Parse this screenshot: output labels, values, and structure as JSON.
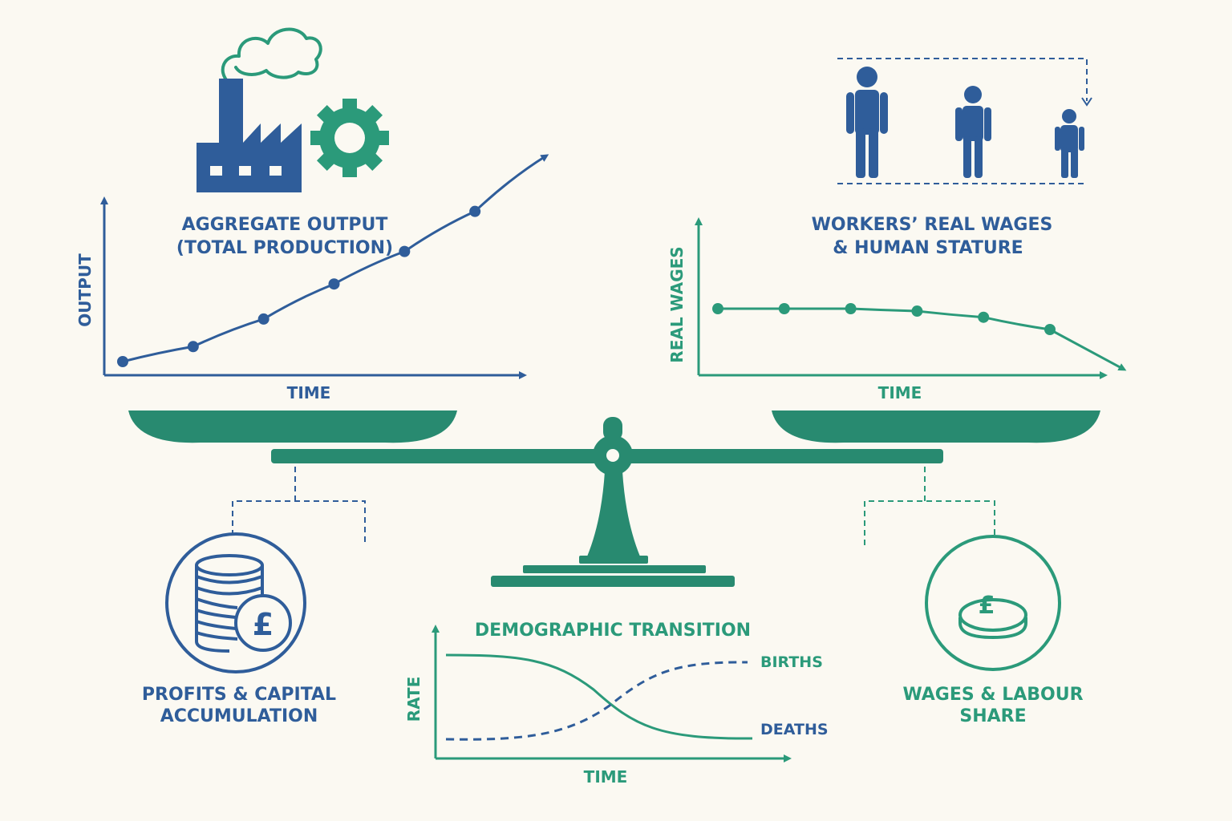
{
  "colors": {
    "blue": "#2f5d9a",
    "green": "#2b9a7a",
    "teal": "#288a70",
    "background": "#fbf9f2"
  },
  "output_panel": {
    "title_line1": "AGGREGATE OUTPUT",
    "title_line2": "(TOTAL PRODUCTION)",
    "y_axis_label": "OUTPUT",
    "x_axis_label": "TIME",
    "icons": [
      "factory-icon",
      "gear-icon",
      "smoke-cloud-icon"
    ]
  },
  "wages_panel": {
    "title_line1": "WORKERS’ REAL WAGES",
    "title_line2": "& HUMAN STATURE",
    "y_axis_label": "REAL WAGES",
    "x_axis_label": "TIME",
    "icons": [
      "tall-person-icon",
      "medium-person-icon",
      "short-person-icon"
    ]
  },
  "profits_panel": {
    "label_line1": "PROFITS & CAPITAL",
    "label_line2": "ACCUMULATION",
    "icon": "coin-stack-pound-icon"
  },
  "labour_panel": {
    "label_line1": "WAGES & LABOUR",
    "label_line2": "SHARE",
    "icon": "pound-coin-icon"
  },
  "demographic_panel": {
    "title": "DEMOGRAPHIC TRANSITION",
    "y_axis_label": "RATE",
    "x_axis_label": "TIME",
    "births_label": "BIRTHS",
    "deaths_label": "DEATHS"
  },
  "chart_data": [
    {
      "type": "line",
      "name": "aggregate-output",
      "trend": "rising",
      "x": [
        1,
        2,
        3,
        4,
        5,
        6,
        7
      ],
      "y": [
        1.0,
        1.6,
        2.7,
        4.1,
        5.4,
        7.0,
        9.2
      ],
      "arrow_end": true
    },
    {
      "type": "line",
      "name": "real-wages",
      "trend": "flat-then-declining",
      "x": [
        1,
        2,
        3,
        4,
        5,
        6
      ],
      "y": [
        1.0,
        1.0,
        1.0,
        0.98,
        0.93,
        0.83
      ],
      "arrow_end": true
    },
    {
      "type": "line",
      "name": "demographic-transition",
      "series": [
        {
          "name": "BIRTHS",
          "style": "dashed",
          "trend": "low-to-high"
        },
        {
          "name": "DEATHS",
          "style": "solid",
          "trend": "high-to-low"
        }
      ]
    }
  ]
}
